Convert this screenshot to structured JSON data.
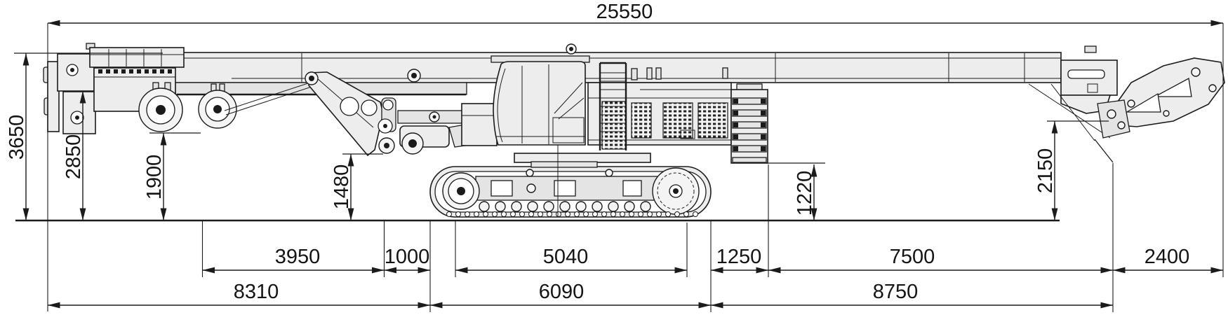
{
  "figure": {
    "type": "technical-dimension-drawing",
    "subject": "crawler-mounted telescopic crane in transport position, side view",
    "background_color": "#ffffff",
    "line_color": "#1b1b1b",
    "body_fill_color": "#ededed"
  },
  "dimensions": {
    "top": {
      "overall_length": "25550"
    },
    "heights": {
      "overall": "3650",
      "front_boom_underside": "2850",
      "sheave_block_underside": "1900",
      "boom_support_underside": "1480",
      "rear_frame_underside": "1220",
      "boom_foot_underside": "2150"
    },
    "bottom_row_1": {
      "front_section": "3950",
      "gap_section": "1000",
      "track_contact_length": "5040",
      "rear_gap_section": "1250",
      "rear_section": "7500",
      "boom_foot_overhang": "2400"
    },
    "bottom_row_2": {
      "front_module_length": "8310",
      "crawler_length": "6090",
      "rear_module_length": "8750"
    }
  }
}
